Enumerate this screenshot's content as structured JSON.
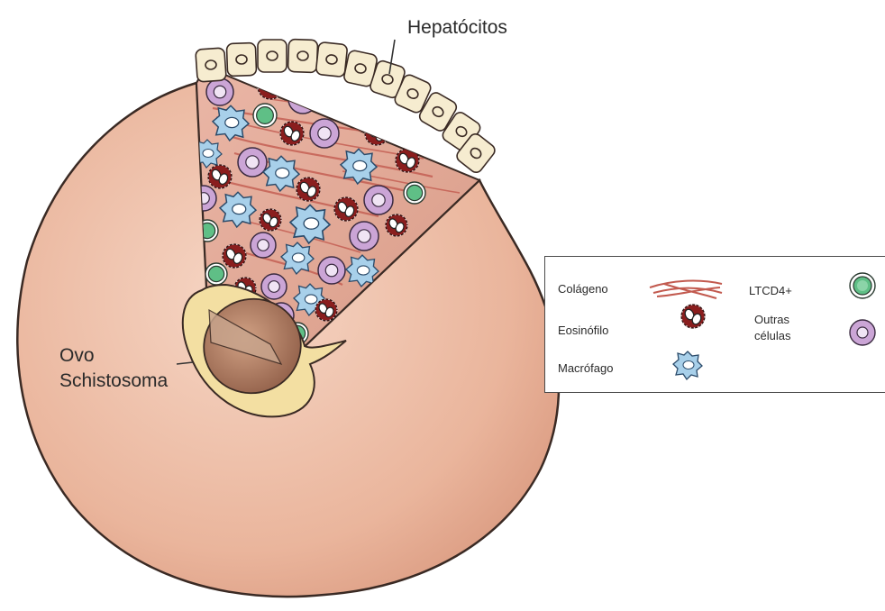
{
  "labels": {
    "hepatocytes": "Hepatócitos",
    "egg_line1": "Ovo",
    "egg_line2": "Schistosoma"
  },
  "legend": {
    "collagen": "Colágeno",
    "eosinophil": "Eosinófilo",
    "macrophage": "Macrófago",
    "cd4": "LTCD4+",
    "other_line1": "Outras",
    "other_line2": "células"
  },
  "colors": {
    "granuloma_fill": "#efc1aa",
    "granuloma_stroke": "#3a2a24",
    "hepatocyte_fill": "#f6ecd0",
    "collagen": "#c25a4f",
    "eosinophil": "#8a1e1e",
    "macrophage": "#a8d0ea",
    "cd4": "#5fbf86",
    "other_cells": "#cba5d6",
    "egg_shell": "#f3dfa2",
    "egg_core": "#a8775f"
  }
}
